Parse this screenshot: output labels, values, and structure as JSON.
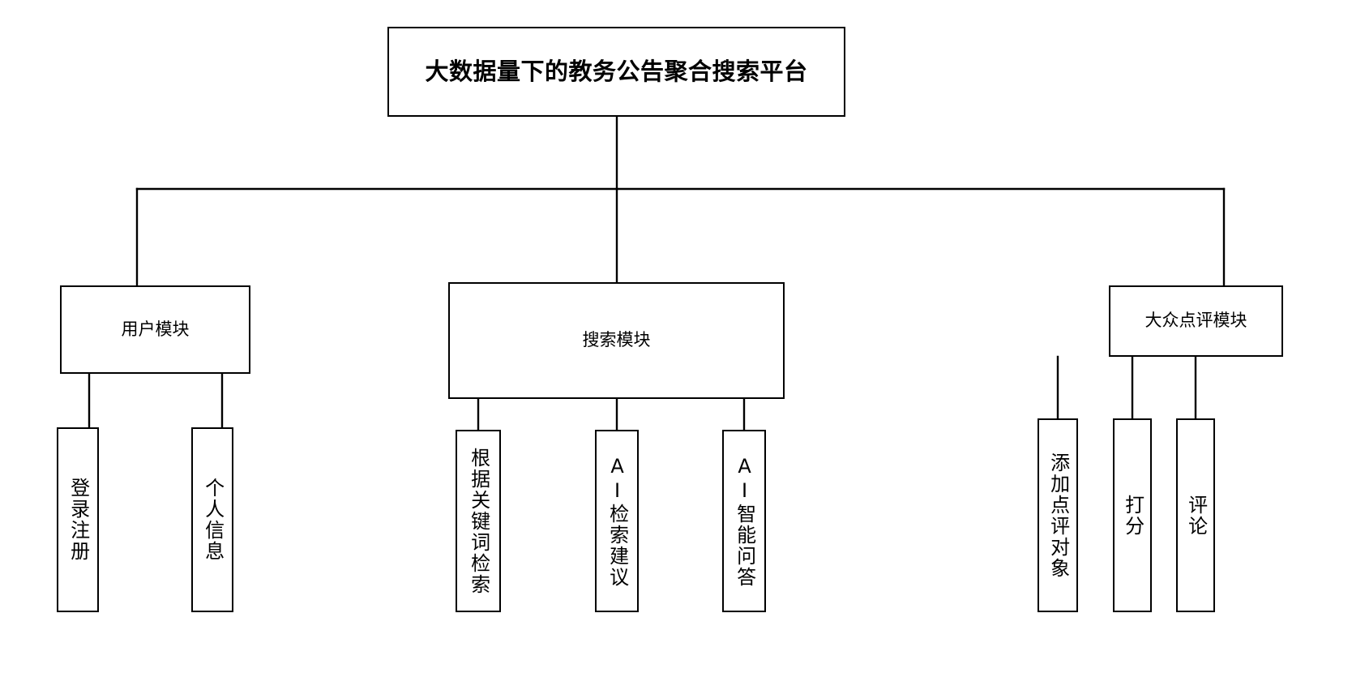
{
  "diagram": {
    "title": "大数据量下的教务公告聚合搜索平台",
    "type": "tree-hierarchy",
    "orientation": "top-down",
    "style": {
      "line_color": "#000000",
      "box_fill": "#ffffff",
      "box_stroke": "#000000",
      "text_color": "#000000",
      "background": "#ffffff"
    },
    "root": {
      "label": "大数据量下的教务公告聚合搜索平台",
      "bold": true
    },
    "modules": [
      {
        "id": "user",
        "label": "用户模块",
        "children": [
          {
            "id": "login-register",
            "label": "登录注册"
          },
          {
            "id": "personal-info",
            "label": "个人信息"
          }
        ]
      },
      {
        "id": "search",
        "label": "搜索模块",
        "children": [
          {
            "id": "keyword-search",
            "label": "根据关键词检索"
          },
          {
            "id": "ai-search-suggestion",
            "label": "AI检索建议"
          },
          {
            "id": "ai-qa",
            "label": "AI智能问答"
          }
        ]
      },
      {
        "id": "review",
        "label": "大众点评模块",
        "children": [
          {
            "id": "add-review-target",
            "label": "添加点评对象"
          },
          {
            "id": "rating",
            "label": "打分"
          },
          {
            "id": "comment",
            "label": "评论"
          }
        ]
      }
    ]
  }
}
